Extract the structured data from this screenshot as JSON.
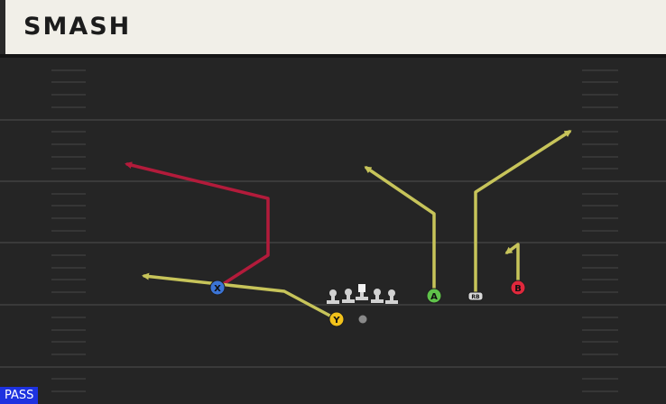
{
  "play": {
    "name": "SMASH",
    "mode": "PASS"
  },
  "colors": {
    "header_bg": "#f1efe8",
    "field_bg": "#252525",
    "yard_line": "#3a3a3a",
    "hash_mark": "#404040",
    "route_primary": "#c7c45a",
    "route_highlight": "#b31b3b",
    "mode_badge": "#1d32e0"
  },
  "players": {
    "x": {
      "label": "X",
      "color": "#3b74d6"
    },
    "y": {
      "label": "Y",
      "color": "#f2c21b"
    },
    "a": {
      "label": "A",
      "color": "#5fc24a"
    },
    "b": {
      "label": "B",
      "color": "#e0283c"
    },
    "rb": {
      "label": "RB",
      "color": "#d9d9d9"
    }
  }
}
